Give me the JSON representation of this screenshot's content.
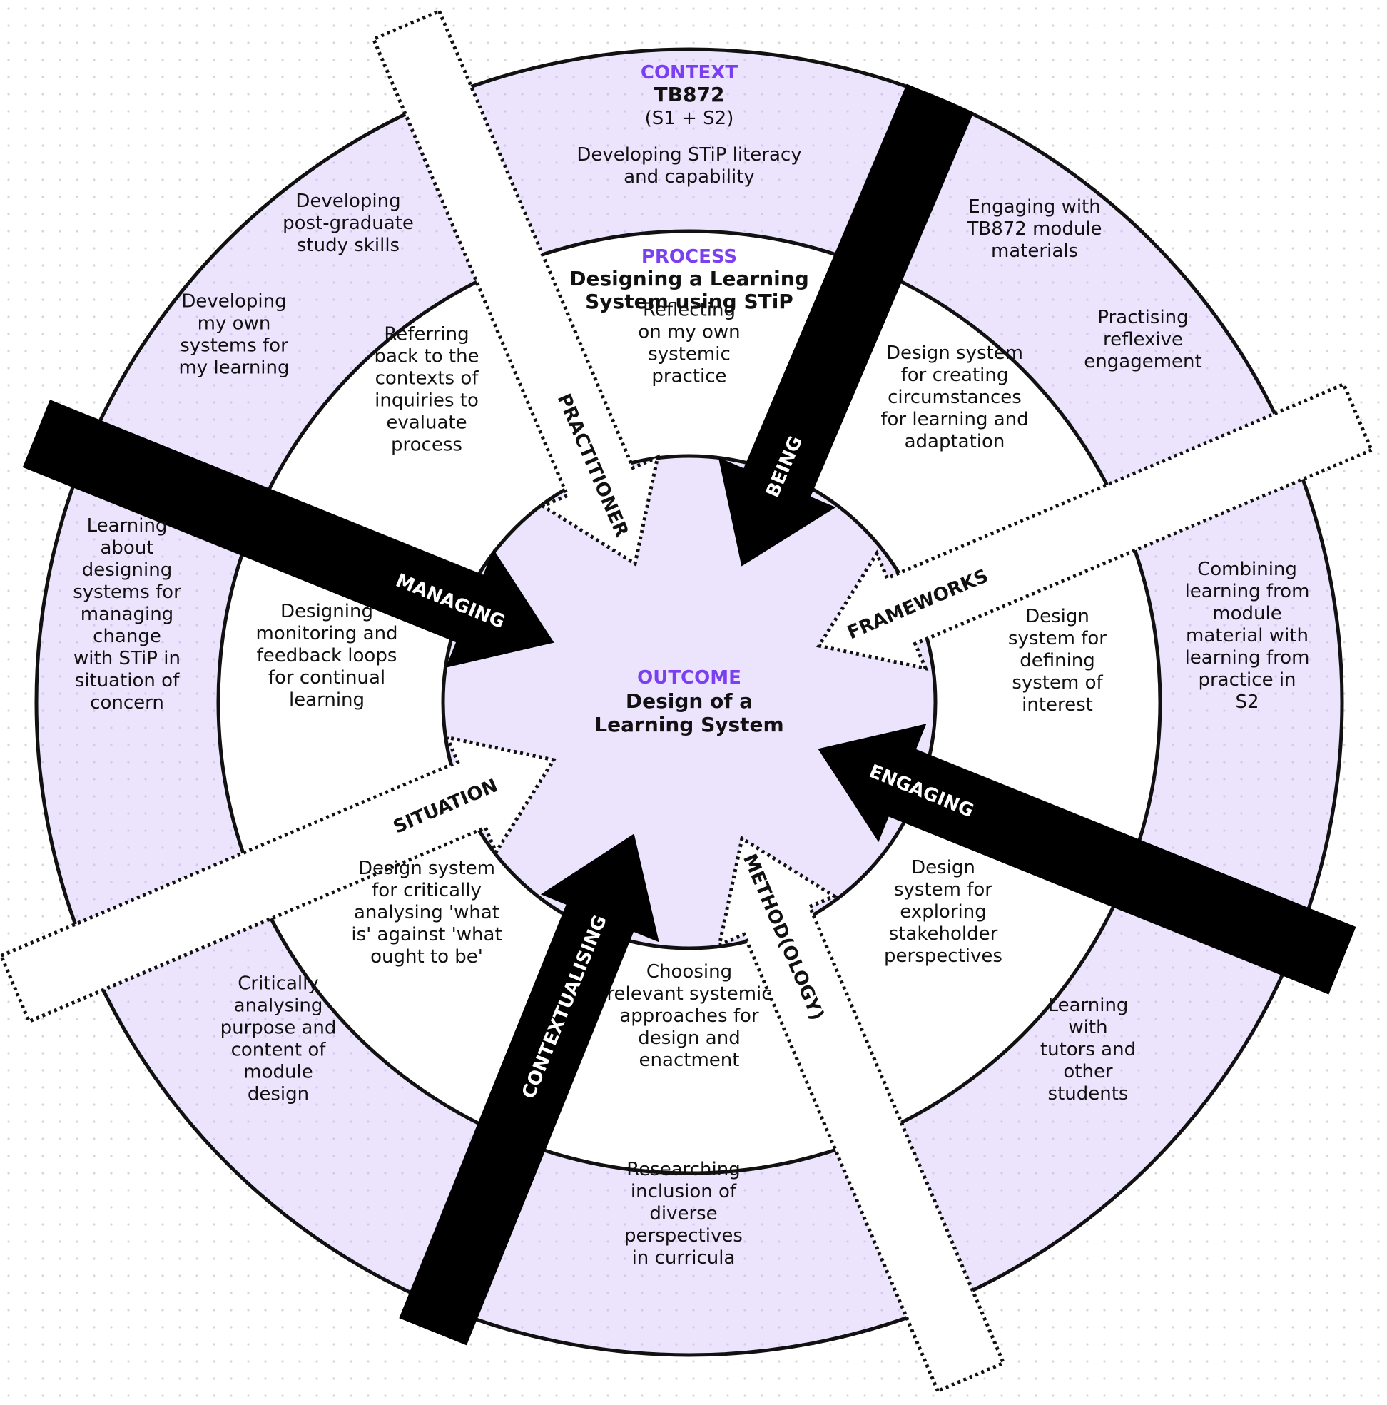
{
  "colors": {
    "ring_fill": "#ece4fd",
    "core_fill": "#ece4fd",
    "accent": "#7a3ff0",
    "stroke": "#111111",
    "background_dots": "#d8d8d8"
  },
  "context": {
    "heading": "CONTEXT",
    "title": "TB872",
    "subtitle": "(S1 + S2)",
    "description": [
      "Developing STiP literacy",
      "and capability"
    ]
  },
  "process": {
    "heading": "PROCESS",
    "title": [
      "Designing a Learning",
      "System using STiP"
    ]
  },
  "outcome": {
    "heading": "OUTCOME",
    "title": [
      "Design of a",
      "Learning System"
    ]
  },
  "outer_ring": [
    {
      "lines": [
        "Engaging with",
        "TB872 module",
        "materials"
      ]
    },
    {
      "lines": [
        "Practising",
        "reflexive",
        "engagement"
      ]
    },
    {
      "lines": [
        "Combining",
        "learning from",
        "module",
        "material with",
        "learning from",
        "practice in",
        "S2"
      ]
    },
    {
      "lines": [
        "Learning",
        "with",
        "tutors and",
        "other",
        "students"
      ]
    },
    {
      "lines": [
        "Researching",
        "inclusion of",
        "diverse",
        "perspectives",
        "in curricula"
      ]
    },
    {
      "lines": [
        "Critically",
        "analysing",
        "purpose and",
        "content of",
        "module",
        "design"
      ]
    },
    {
      "lines": [
        "Learning",
        "about",
        "designing",
        "systems for",
        "managing",
        "change",
        "with STiP in",
        "situation of",
        "concern"
      ]
    },
    {
      "lines": [
        "Developing",
        "my own",
        "systems for",
        "my learning"
      ]
    },
    {
      "lines": [
        "Developing",
        "post-graduate",
        "study skills"
      ]
    }
  ],
  "middle_ring": [
    {
      "lines": [
        "Reflecting",
        "on my own",
        "systemic",
        "practice"
      ]
    },
    {
      "lines": [
        "Design system",
        "for creating",
        "circumstances",
        "for learning and",
        "adaptation"
      ]
    },
    {
      "lines": [
        "Design",
        "system for",
        "defining",
        "system of",
        "interest"
      ]
    },
    {
      "lines": [
        "Design",
        "system for",
        "exploring",
        "stakeholder",
        "perspectives"
      ]
    },
    {
      "lines": [
        "Choosing",
        "relevant systemic",
        "approaches for",
        "design and",
        "enactment"
      ]
    },
    {
      "lines": [
        "Design system",
        "for critically",
        "analysing 'what",
        "is' against 'what",
        "ought to be'"
      ]
    },
    {
      "lines": [
        "Designing",
        "monitoring and",
        "feedback loops",
        "for continual",
        "learning"
      ]
    },
    {
      "lines": [
        "Referring",
        "back to the",
        "contexts of",
        "inquiries to",
        "evaluate",
        "process"
      ]
    }
  ],
  "solid_arrows": [
    {
      "label": "BEING",
      "icon": "solid-black-arrow"
    },
    {
      "label": "MANAGING",
      "icon": "solid-black-arrow"
    },
    {
      "label": "ENGAGING",
      "icon": "solid-black-arrow"
    },
    {
      "label": "CONTEXTUALISING",
      "icon": "solid-black-arrow"
    }
  ],
  "dotted_arrows": [
    {
      "label": "PRACTITIONER",
      "icon": "dotted-outline-arrow"
    },
    {
      "label": "FRAMEWORKS",
      "icon": "dotted-outline-arrow"
    },
    {
      "label": "SITUATION",
      "icon": "dotted-outline-arrow"
    },
    {
      "label": "METHOD(OLOGY)",
      "icon": "dotted-outline-arrow"
    }
  ]
}
